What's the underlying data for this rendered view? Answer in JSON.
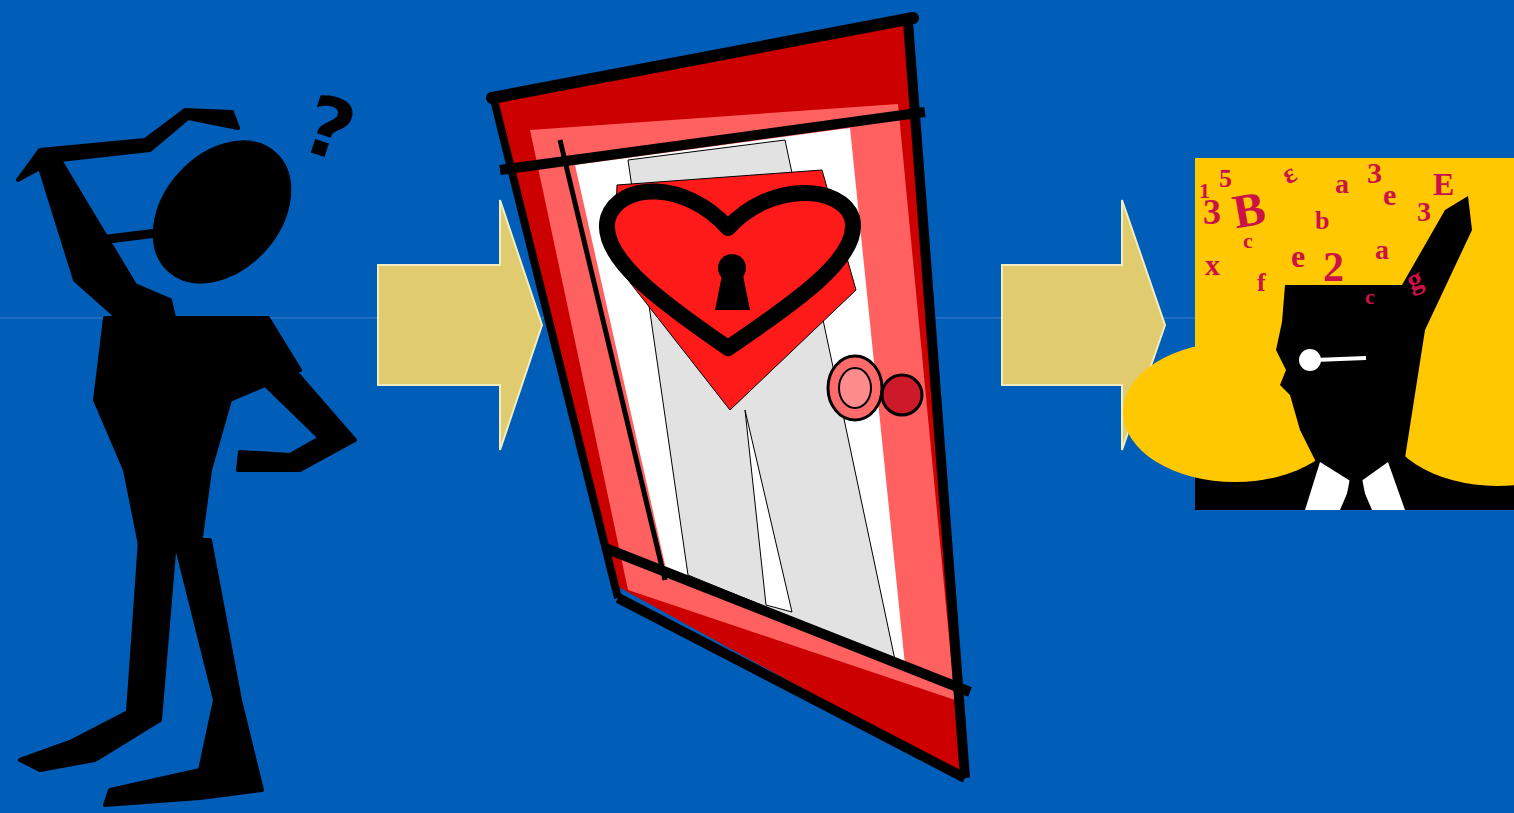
{
  "diagram": {
    "nodes": [
      {
        "text": [
          "1",
          "5",
          "ε",
          "a",
          "3",
          "E",
          "3",
          "B",
          "b",
          "e",
          "3",
          "c",
          "a",
          "x",
          "e",
          "2",
          "g",
          "f",
          "c"
        ]
      }
    ],
    "labels": [
      "?"
    ]
  }
}
